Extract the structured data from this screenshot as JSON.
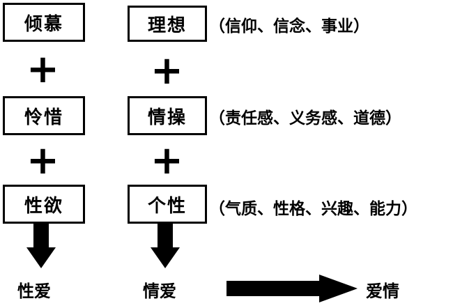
{
  "left": {
    "boxes": [
      "倾慕",
      "怜惜",
      "性欲"
    ],
    "result": "性爱"
  },
  "middle": {
    "boxes": [
      "理想",
      "情操",
      "个性"
    ],
    "result": "情爱"
  },
  "notes": [
    "（信仰、信念、事业）",
    "（责任感、义务感、道德）",
    "（气质、性格、兴趣、能力）"
  ],
  "plus": "+",
  "final": "爱情"
}
